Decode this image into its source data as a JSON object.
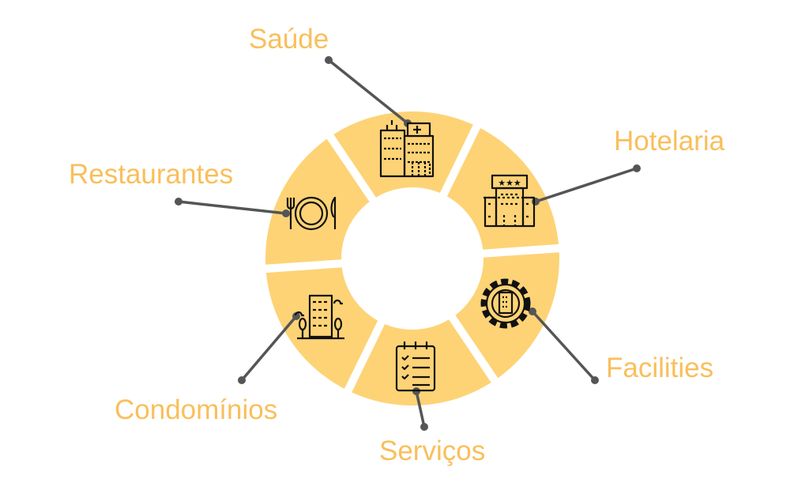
{
  "colors": {
    "segment": "#FDD376",
    "label": "#F9BF5B",
    "connector": "#555555",
    "icon": "#111111"
  },
  "segments": [
    {
      "label": "Saúde",
      "icon": "hospital-icon"
    },
    {
      "label": "Hotelaria",
      "icon": "hotel-icon"
    },
    {
      "label": "Facilities",
      "icon": "gear-building-icon"
    },
    {
      "label": "Serviços",
      "icon": "checklist-icon"
    },
    {
      "label": "Condomínios",
      "icon": "apartment-building-icon"
    },
    {
      "label": "Restaurantes",
      "icon": "plate-cutlery-icon"
    }
  ]
}
